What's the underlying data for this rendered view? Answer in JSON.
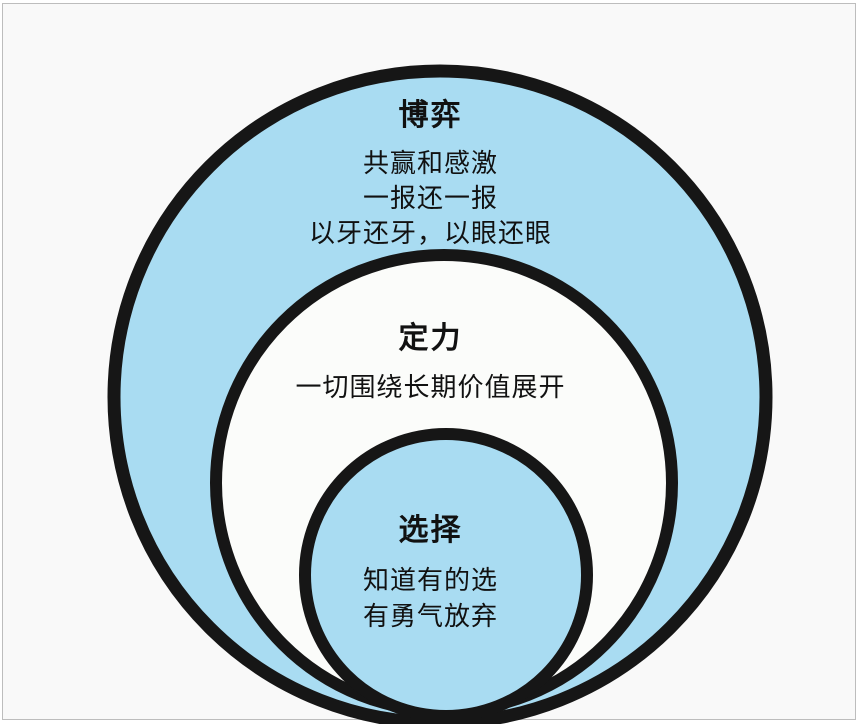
{
  "colors": {
    "fill_blue": "#a9dcf2",
    "fill_white": "#fbfcfa",
    "stroke": "#161616",
    "background": "#f9f9f9"
  },
  "outer": {
    "title": "博弈",
    "lines": [
      "共赢和感激",
      "一报还一报",
      "以牙还牙，以眼还眼"
    ]
  },
  "middle": {
    "title": "定力",
    "lines": [
      "一切围绕长期价值展开"
    ]
  },
  "inner": {
    "title": "选择",
    "lines": [
      "知道有的选",
      "有勇气放弃"
    ]
  }
}
